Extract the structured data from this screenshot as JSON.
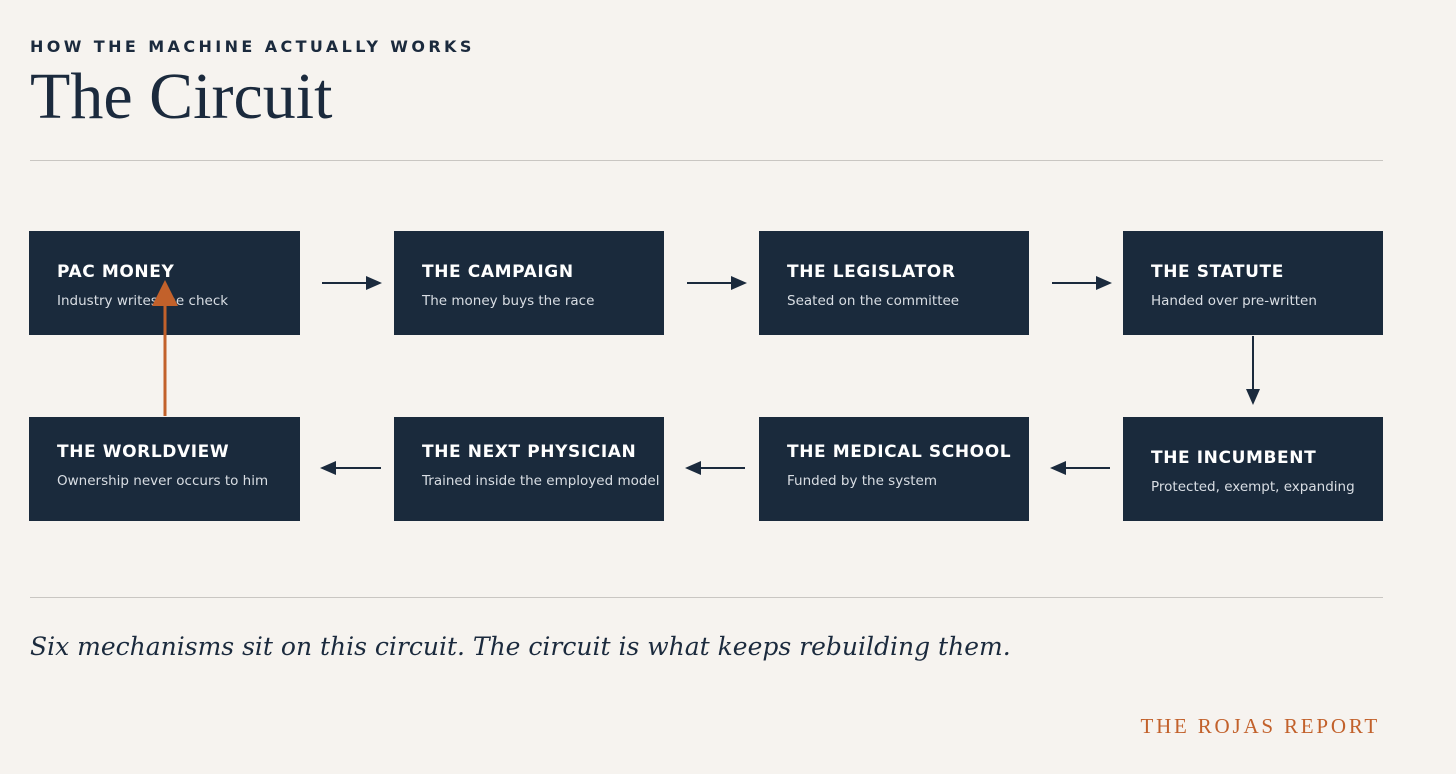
{
  "header": {
    "eyebrow": "HOW THE MACHINE ACTUALLY WORKS",
    "title": "The Circuit"
  },
  "nodes": [
    {
      "title": "PAC MONEY",
      "subtitle": "Industry writes the check"
    },
    {
      "title": "THE CAMPAIGN",
      "subtitle": "The money buys the race"
    },
    {
      "title": "THE LEGISLATOR",
      "subtitle": "Seated on the committee"
    },
    {
      "title": "THE STATUTE",
      "subtitle": "Handed over pre-written"
    },
    {
      "title": "THE INCUMBENT",
      "subtitle": "Protected, exempt, expanding"
    },
    {
      "title": "THE MEDICAL SCHOOL",
      "subtitle": "Funded by the system"
    },
    {
      "title": "THE NEXT PHYSICIAN",
      "subtitle": "Trained inside the employed model"
    },
    {
      "title": "THE WORLDVIEW",
      "subtitle": "Ownership never occurs to him"
    }
  ],
  "caption": "Six mechanisms sit on this circuit. The circuit is what keeps rebuilding them.",
  "brand": "THE ROJAS REPORT",
  "colors": {
    "background": "#f6f3ef",
    "node_fill": "#1a2a3c",
    "text_dark": "#1b2a3d",
    "accent": "#c2612b"
  }
}
